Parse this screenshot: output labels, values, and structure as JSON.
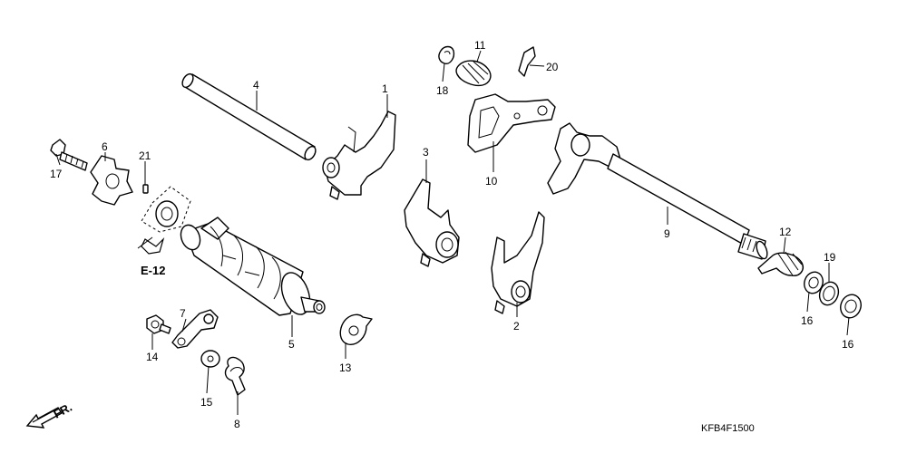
{
  "diagram": {
    "callouts": [
      {
        "id": "1",
        "text": "1"
      },
      {
        "id": "2",
        "text": "2"
      },
      {
        "id": "3",
        "text": "3"
      },
      {
        "id": "4",
        "text": "4"
      },
      {
        "id": "5",
        "text": "5"
      },
      {
        "id": "6",
        "text": "6"
      },
      {
        "id": "7",
        "text": "7"
      },
      {
        "id": "8",
        "text": "8"
      },
      {
        "id": "9",
        "text": "9"
      },
      {
        "id": "10",
        "text": "10"
      },
      {
        "id": "11",
        "text": "11"
      },
      {
        "id": "12",
        "text": "12"
      },
      {
        "id": "13",
        "text": "13"
      },
      {
        "id": "14",
        "text": "14"
      },
      {
        "id": "15",
        "text": "15"
      },
      {
        "id": "16a",
        "text": "16"
      },
      {
        "id": "16b",
        "text": "16"
      },
      {
        "id": "17",
        "text": "17"
      },
      {
        "id": "18",
        "text": "18"
      },
      {
        "id": "19",
        "text": "19"
      },
      {
        "id": "20",
        "text": "20"
      },
      {
        "id": "21",
        "text": "21"
      }
    ],
    "ref_label": "E-12",
    "direction_label": "FR.",
    "drawing_code": "KFB4F1500"
  }
}
